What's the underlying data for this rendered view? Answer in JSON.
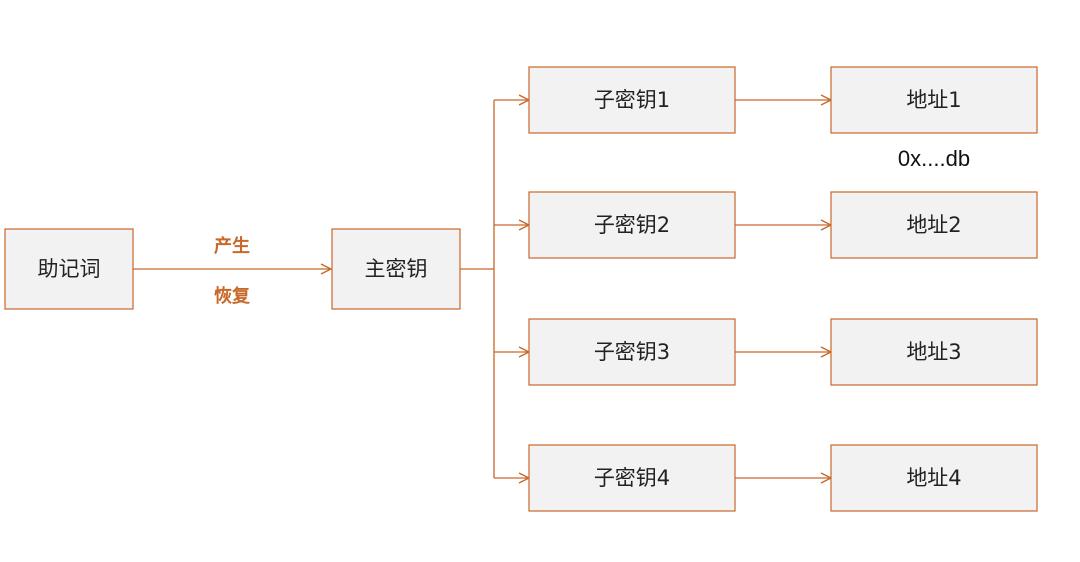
{
  "colors": {
    "accent": "#c8682a",
    "node_fill": "#f2f2f2",
    "text": "#222222"
  },
  "nodes": {
    "mnemonic": "助记词",
    "master_key": "主密钥",
    "child_keys": [
      "子密钥1",
      "子密钥2",
      "子密钥3",
      "子密钥4"
    ],
    "addresses": [
      "地址1",
      "地址2",
      "地址3",
      "地址4"
    ]
  },
  "edge_labels": {
    "generate": "产生",
    "restore": "恢复"
  },
  "annotations": {
    "address_1_value": "0x....db"
  }
}
